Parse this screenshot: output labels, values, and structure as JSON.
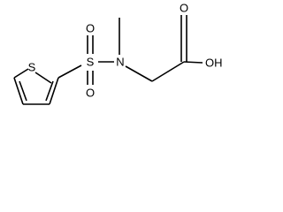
{
  "molecule": {
    "atoms": {
      "ring_sulfur": "S",
      "sulfonyl_sulfur": "S",
      "sulfonyl_oxygen_top": "O",
      "sulfonyl_oxygen_bottom": "O",
      "amine_nitrogen": "N",
      "carbonyl_oxygen": "O",
      "hydroxyl": "OH"
    }
  }
}
